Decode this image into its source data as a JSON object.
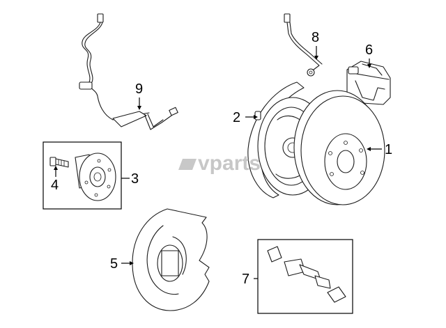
{
  "diagram": {
    "callouts": [
      {
        "id": "1",
        "label": "1"
      },
      {
        "id": "2",
        "label": "2"
      },
      {
        "id": "3",
        "label": "3"
      },
      {
        "id": "4",
        "label": "4"
      },
      {
        "id": "5",
        "label": "5"
      },
      {
        "id": "6",
        "label": "6"
      },
      {
        "id": "7",
        "label": "7"
      },
      {
        "id": "8",
        "label": "8"
      },
      {
        "id": "9",
        "label": "9"
      }
    ],
    "watermark": "vparts"
  }
}
